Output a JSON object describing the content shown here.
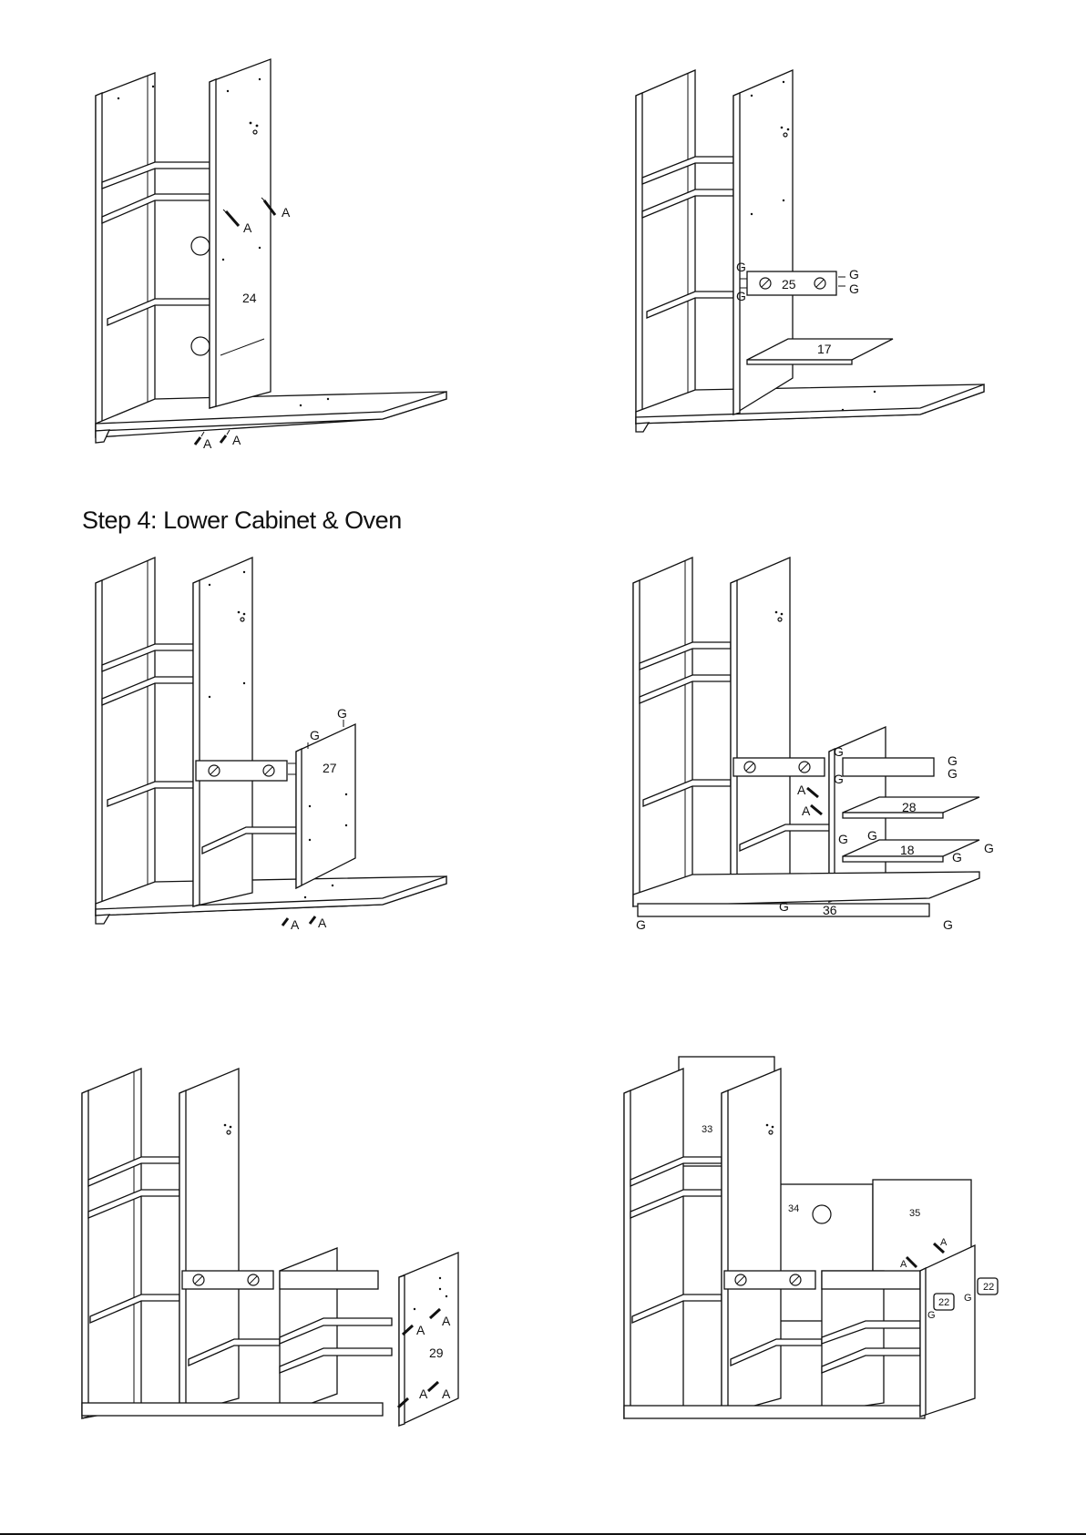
{
  "step": {
    "title": "Step 4: Lower Cabinet & Oven"
  },
  "panels": [
    {
      "labels": {
        "part": "24",
        "screw1": "A",
        "screw2": "A",
        "screw3": "A",
        "screw4": "A"
      }
    },
    {
      "labels": {
        "part_top": "25",
        "part_shelf": "17",
        "g1": "G",
        "g2": "G",
        "g3": "G",
        "g4": "G"
      }
    },
    {
      "labels": {
        "part": "27",
        "g1": "G",
        "g2": "G",
        "screw1": "A",
        "screw2": "A"
      }
    },
    {
      "labels": {
        "part_shelf1": "28",
        "part_shelf2": "18",
        "part_base": "36",
        "a1": "A",
        "a2": "A",
        "g1": "G",
        "g2": "G",
        "g3": "G",
        "g4": "G",
        "g5": "G",
        "g6": "G",
        "g7": "G",
        "g8": "G",
        "g9": "G",
        "g10": "G",
        "g11": "G"
      }
    },
    {
      "labels": {
        "part": "29",
        "a1": "A",
        "a2": "A",
        "a3": "A",
        "a4": "A"
      }
    },
    {
      "labels": {
        "part1": "33",
        "part2": "34",
        "part3": "35",
        "part4": "22",
        "part5": "22",
        "a1": "A",
        "a2": "A",
        "g1": "G",
        "g2": "G"
      }
    }
  ]
}
